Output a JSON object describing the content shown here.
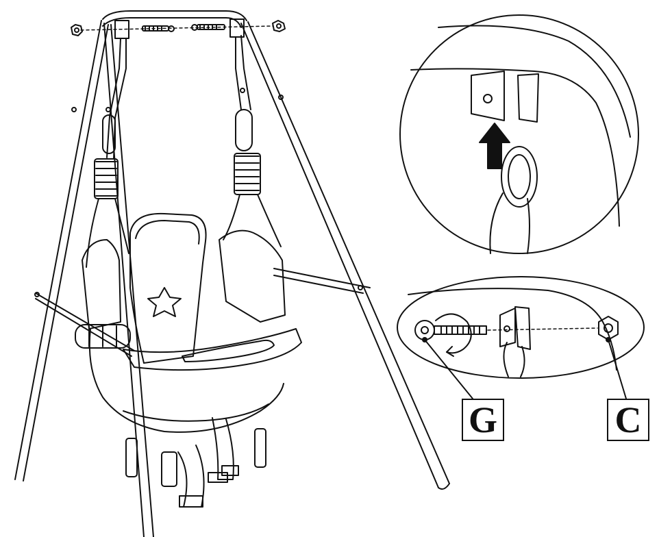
{
  "figure": {
    "part_labels": [
      {
        "id": "G",
        "text": "G",
        "part": "bolt"
      },
      {
        "id": "C",
        "text": "C",
        "part": "nut"
      }
    ]
  },
  "colors": {
    "ink": "#111111",
    "paper": "#ffffff",
    "shade": "#e6e6e6",
    "arrow": "#111111"
  },
  "icons": {
    "detail_arrow": "up-arrow-icon",
    "rotation": "clockwise-rotation-icon"
  }
}
